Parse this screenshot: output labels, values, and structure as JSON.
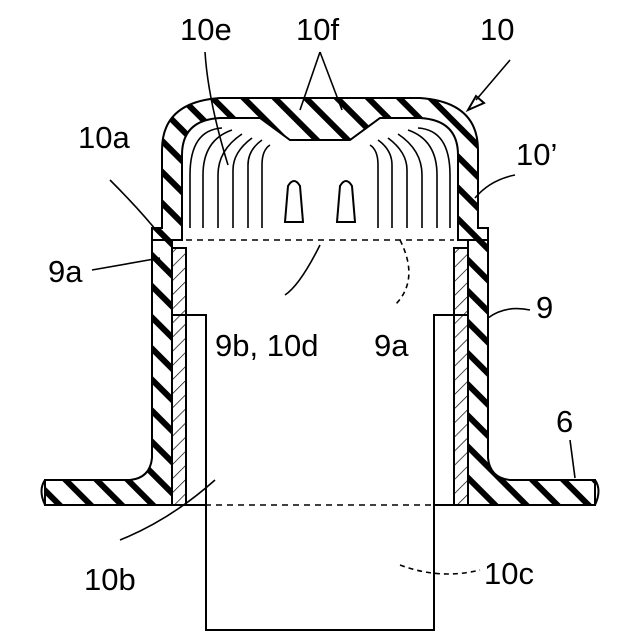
{
  "labels": {
    "l10": "10",
    "l10e": "10e",
    "l10f": "10f",
    "l10a": "10a",
    "l10prime": "10’",
    "l9a_left": "9a",
    "l9": "9",
    "l9b10d": "9b, 10d",
    "l9a_mid": "9a",
    "l6": "6",
    "l10b": "10b",
    "l10c": "10c"
  },
  "colors": {
    "line": "#000000",
    "background": "#ffffff"
  }
}
